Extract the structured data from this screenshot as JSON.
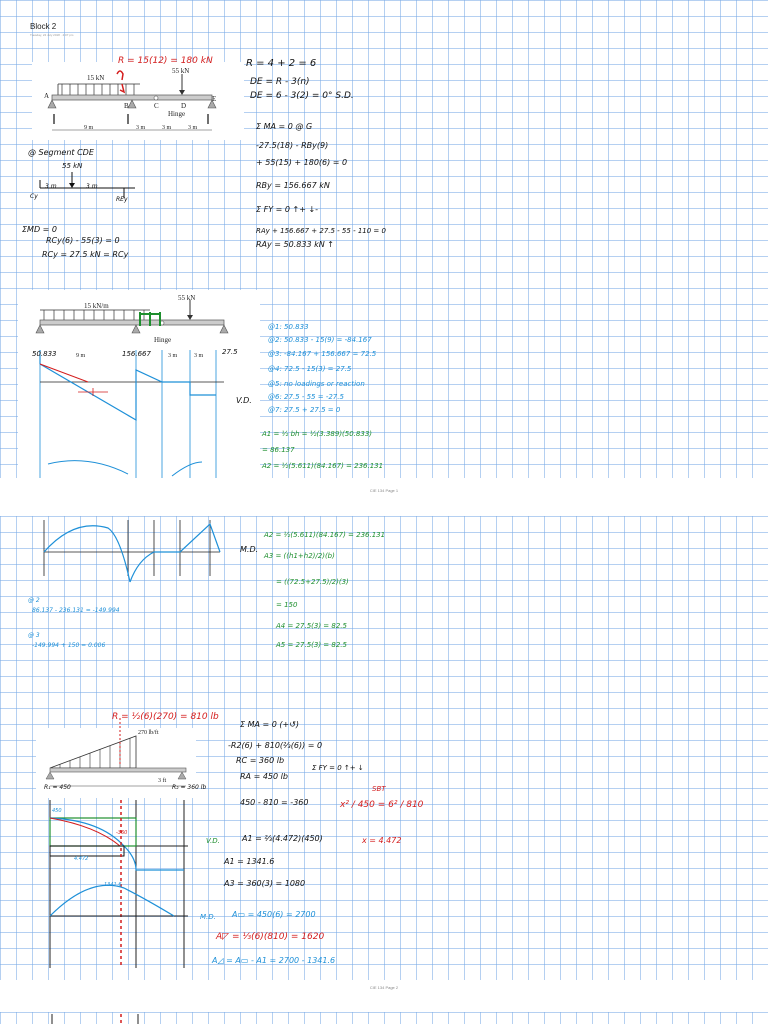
{
  "page": {
    "title": "Block 2",
    "subtitle": "Tuesday, 24 July 2018 · 4:07 pm"
  },
  "footers": [
    "CIE 134 Page 1",
    "CIE 134 Page 2"
  ],
  "fig1": {
    "load": "15 kN",
    "point_load": "55 kN",
    "hinge": "Hinge",
    "labels": [
      "A",
      "B",
      "C",
      "D",
      "E"
    ],
    "dims": [
      "9 m",
      "3 m",
      "3 m",
      "3 m"
    ]
  },
  "fig2": {
    "load": "15 kN/m",
    "point_load": "55 kN",
    "hinge": "Hinge",
    "reactions": [
      "50.833",
      "156.667",
      "27.5"
    ],
    "dims": [
      "9 m",
      "3 m",
      "3 m"
    ]
  },
  "fig3": {
    "load": "270 lb/ft",
    "dim": "3 ft",
    "r1": "R₁ = 450",
    "r2": "R₂ = 360 lb"
  },
  "notes1": {
    "resultant": "R = 15(12) = 180 kN",
    "right": [
      "R = 4 + 2 = 6",
      "DE = R - 3(n)",
      "DE = 6 - 3(2) = 0°  S.D.",
      "Σ MA = 0  @ G",
      "-27.5(18) - RBy(9)",
      "+ 55(15) + 180(6) = 0",
      "RBy = 156.667 kN",
      "Σ FY = 0  ↑+ ↓-",
      "RAy + 156.667 + 27.5 - 55 - 110 = 0",
      "RAy = 50.833 kN ↑"
    ],
    "segment": "@ Segment CDE",
    "seg_load": "55 kN",
    "seg_dims": [
      "3 m",
      "3 m"
    ],
    "seg_cy": "Cy",
    "seg_rey": "REy",
    "mo": "ΣMD = 0",
    "eq1": "RCy(6) - 55(3) = 0",
    "eq2": "RCy = 27.5 kN = RCy"
  },
  "vd": {
    "title": "V.D.",
    "points": [
      "@1: 50.833",
      "@2: 50.833 - 15(9) = -84.167",
      "@3: -84.167 + 156.667 = 72.5",
      "@4: 72.5 - 15(3) = 27.5",
      "@5: no loadings or reaction",
      "@6: 27.5 - 55 = -27.5",
      "@7: 27.5 + 27.5 = 0"
    ],
    "a1": "A1 = ½ bh = ½(3.389)(50.833)",
    "a1v": "= 86.137",
    "a2": "A2 = ½(5.611)(84.167) = 236.131"
  },
  "md": {
    "title": "M.D.",
    "a2": "A2 = ½(5.611)(84.167) = 236.131",
    "a3": "A3 = ((h1+h2)/2)(b)",
    "a3b": "= ((72.5+27.5)/2)(3)",
    "a3c": "= 150",
    "a4": "A4 = 27.5(3) = 82.5",
    "a5": "A5 = 27.5(3) = 82.5",
    "c1": "@ 2",
    "c2": "86.137 - 236.131 = -149.994",
    "c3": "@ 3",
    "c4": "-149.994 + 150 = 0.006"
  },
  "part3": {
    "resultant": "R = ½(6)(270) = 810 lb",
    "eqs": [
      "Σ MA = 0  (+↺)",
      "-R2(6) + 810(⅔(6)) = 0",
      "RC = 360 lb",
      "RA = 450 lb",
      "450 - 810 = -360"
    ],
    "fy": "Σ FY = 0  ↑+ ↓",
    "sbt": "SBT",
    "ratio": "x² / 450 = 6² / 810",
    "x": "x = 4.472",
    "vd": "V.D.",
    "a1": "A1 = ⅔(4.472)(450)",
    "a1v": "A1 = 1341.6",
    "a3": "A3 = 360(3) = 1080",
    "md": "M.D.",
    "arect": "A▭ = 450(6) = 2700",
    "atri": "A◸ = ⅓(6)(810) = 1620",
    "alast": "A◿ = A▭ - A1 = 2700 - 1341.6",
    "v1": "450",
    "v2": "-360",
    "m1": "1341.6",
    "xm": "4.472"
  }
}
